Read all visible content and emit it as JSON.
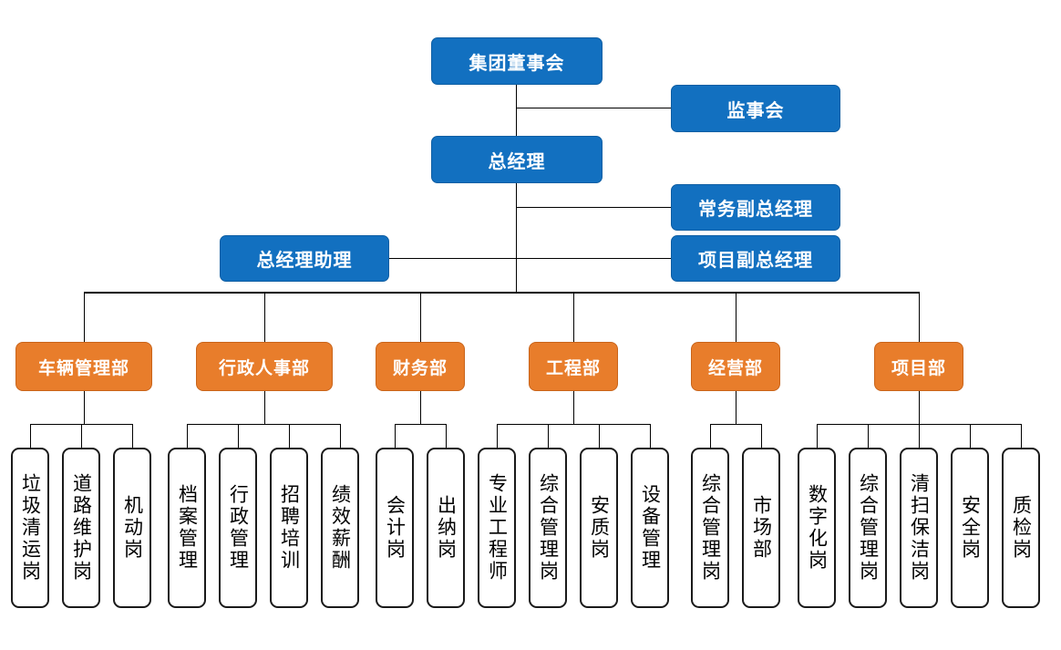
{
  "colors": {
    "blue": "#1270C0",
    "orange": "#E87D2B",
    "line": "#000000",
    "leaf_border": "#1a1a1a",
    "background": "#ffffff"
  },
  "top": {
    "board": "集团董事会",
    "supervisory": "监事会",
    "general_manager": "总经理",
    "exec_deputy_gm": "常务副总经理",
    "project_deputy_gm": "项目副总经理",
    "gm_assistant": "总经理助理"
  },
  "departments": [
    {
      "name": "车辆管理部",
      "positions": [
        "垃圾清运岗",
        "道路维护岗",
        "机动岗"
      ]
    },
    {
      "name": "行政人事部",
      "positions": [
        "档案管理",
        "行政管理",
        "招聘培训",
        "绩效薪酬"
      ]
    },
    {
      "name": "财务部",
      "positions": [
        "会计岗",
        "出纳岗"
      ]
    },
    {
      "name": "工程部",
      "positions": [
        "专业工程师",
        "综合管理岗",
        "安质岗",
        "设备管理"
      ]
    },
    {
      "name": "经营部",
      "positions": [
        "综合管理岗",
        "市场部"
      ]
    },
    {
      "name": "项目部",
      "positions": [
        "数字化岗",
        "综合管理岗",
        "清扫保洁岗",
        "安全岗",
        "质检岗"
      ]
    }
  ]
}
